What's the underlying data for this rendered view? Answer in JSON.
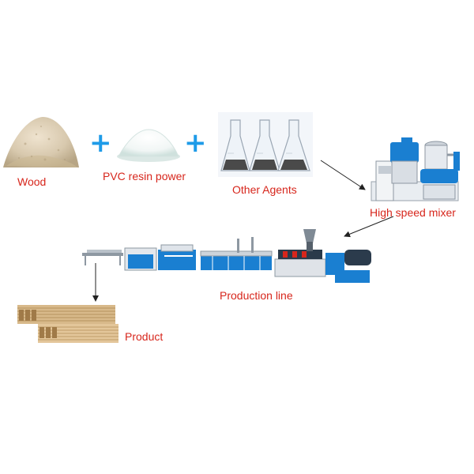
{
  "labels": {
    "wood": "Wood",
    "pvc": "PVC resin power",
    "agents": "Other Agents",
    "mixer": "High speed mixer",
    "line": "Production line",
    "product": "Product"
  },
  "symbols": {
    "plus": "+"
  },
  "colors": {
    "label": "#d7261c",
    "plus": "#1e9be8",
    "machine_blue": "#1a7fd1",
    "wood_powder": "#d8c9ae",
    "product_wood": "#d8b98a"
  },
  "icons": {
    "wood": "wood-powder-pile",
    "pvc": "white-powder-pile",
    "agents": "erlenmeyer-flasks",
    "mixer": "high-speed-mixer-machine",
    "line": "extrusion-production-line",
    "product": "wpc-decking-boards"
  }
}
